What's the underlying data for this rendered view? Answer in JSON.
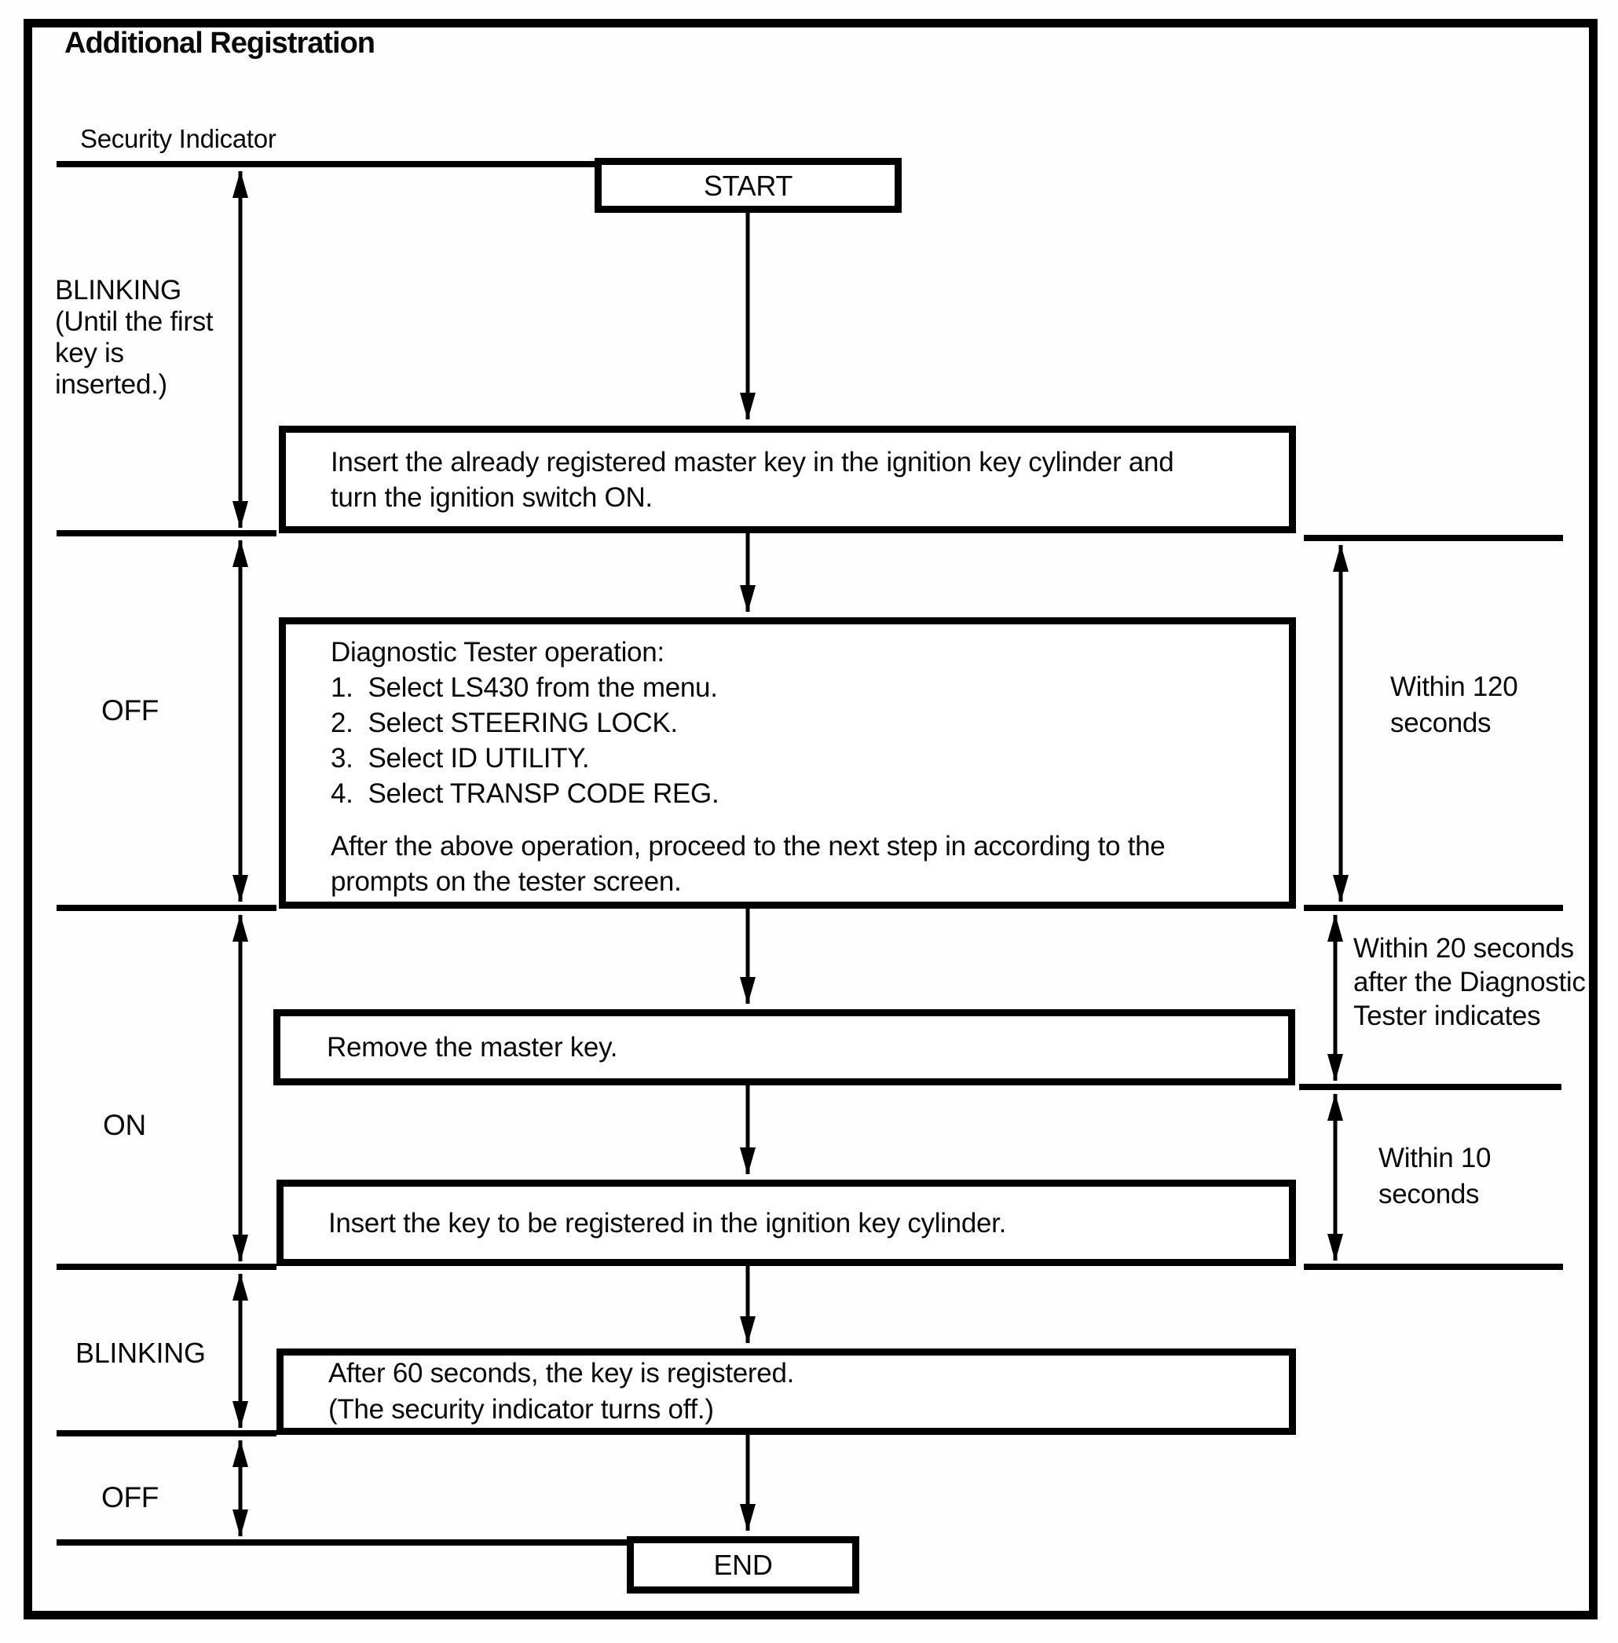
{
  "title": "Additional Registration",
  "indicator": {
    "label": "Security Indicator",
    "states": {
      "blinking_top": "BLINKING (Until the first key is inserted.)",
      "off_mid": "OFF",
      "on": "ON",
      "blinking_bottom": "BLINKING",
      "off_bottom": "OFF"
    }
  },
  "flow": {
    "start_label": "START",
    "end_label": "END",
    "step_insert_master": {
      "lines": [
        "Insert the already registered master key in the ignition key cylinder and",
        "turn the ignition switch ON."
      ]
    },
    "step_tester": {
      "heading": "Diagnostic Tester operation:",
      "items": [
        "1.  Select LS430 from the menu.",
        "2.  Select STEERING LOCK.",
        "3.  Select ID UTILITY.",
        "4.  Select TRANSP CODE REG."
      ],
      "footer_lines": [
        "After the above operation, proceed to the next step in according to the",
        "prompts on the tester screen."
      ]
    },
    "step_remove": "Remove the master key.",
    "step_insert_new": "Insert the key to be registered in the ignition key cylinder.",
    "step_registered": {
      "lines": [
        "After 60 seconds, the key is registered.",
        "(The security indicator turns off.)"
      ]
    }
  },
  "timings": {
    "t120": "Within 120 seconds",
    "t20": "Within 20 seconds after the Diagnostic Tester indicates",
    "t10": "Within 10 seconds"
  },
  "colors": {
    "ink": "#000000",
    "paper": "#ffffff"
  }
}
